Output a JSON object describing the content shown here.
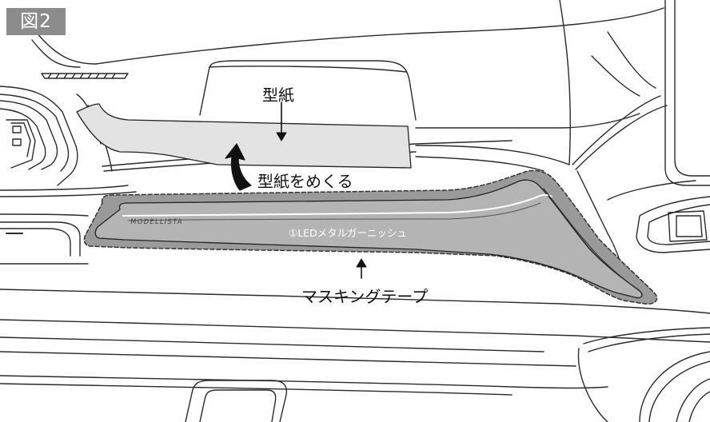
{
  "figure": {
    "number_label": "図2"
  },
  "labels": {
    "pattern_paper": "型紙",
    "peel_instruction": "型紙をめくる",
    "masking_tape": "マスキングテープ",
    "garnish_part": "①LEDメタルガーニッシュ",
    "brand_logo": "MODELLISTA"
  },
  "colors": {
    "line": "#2a2a2a",
    "pattern_paper_fill": "#e3e3e3",
    "tape_fill": "#9a9a9a",
    "garnish_fill": "#b4b4b4",
    "badge_bg": "#8c8c8c"
  }
}
